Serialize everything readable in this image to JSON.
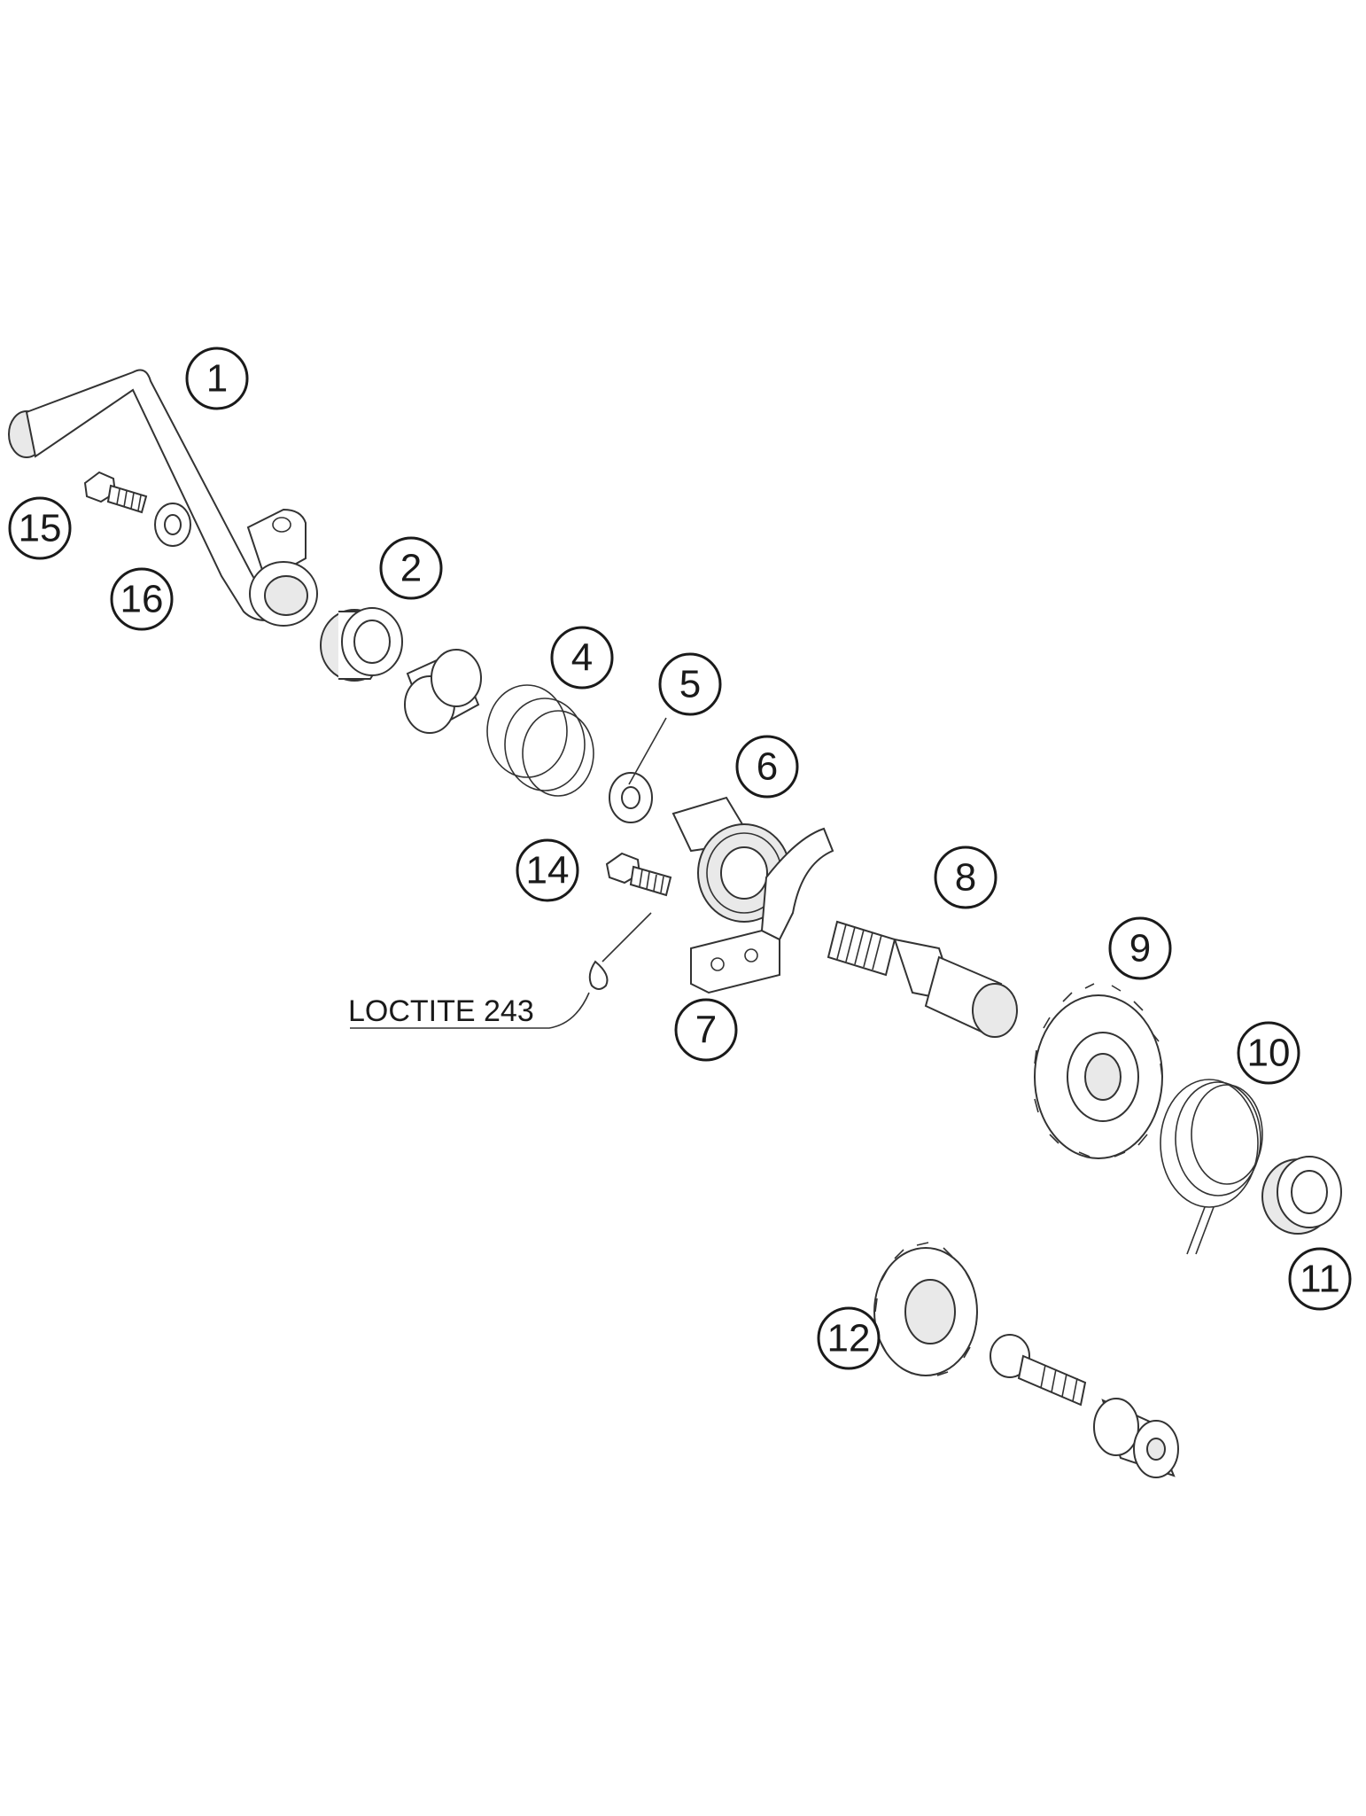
{
  "diagram": {
    "callouts": [
      {
        "id": "1",
        "label": "1"
      },
      {
        "id": "2",
        "label": "2"
      },
      {
        "id": "4",
        "label": "4"
      },
      {
        "id": "5",
        "label": "5"
      },
      {
        "id": "6",
        "label": "6"
      },
      {
        "id": "7",
        "label": "7"
      },
      {
        "id": "8",
        "label": "8"
      },
      {
        "id": "9",
        "label": "9"
      },
      {
        "id": "10",
        "label": "10"
      },
      {
        "id": "11",
        "label": "11"
      },
      {
        "id": "12",
        "label": "12"
      },
      {
        "id": "14",
        "label": "14"
      },
      {
        "id": "15",
        "label": "15"
      },
      {
        "id": "16",
        "label": "16"
      }
    ],
    "note": "LOCTITE 243"
  }
}
